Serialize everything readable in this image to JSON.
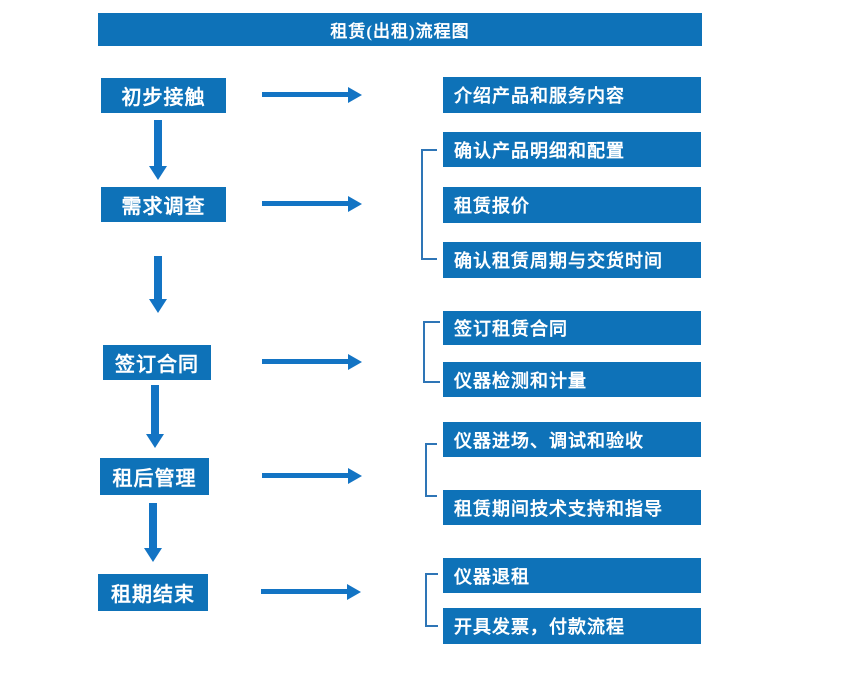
{
  "title": "租赁(出租)流程图",
  "colors": {
    "box_blue": "#0e72b8",
    "arrow_blue": "#1374c4",
    "bracket_blue": "#2e75b6",
    "text": "#ffffff",
    "background": "#ffffff"
  },
  "stages": [
    {
      "label": "初步接触",
      "details": [
        "介绍产品和服务内容"
      ]
    },
    {
      "label": "需求调查",
      "details": [
        "确认产品明细和配置",
        "租赁报价",
        "确认租赁周期与交货时间"
      ]
    },
    {
      "label": "签订合同",
      "details": [
        "签订租赁合同",
        "仪器检测和计量"
      ]
    },
    {
      "label": "租后管理",
      "details": [
        "仪器进场、调试和验收",
        "租赁期间技术支持和指导"
      ]
    },
    {
      "label": "租期结束",
      "details": [
        "仪器退租",
        "开具发票，付款流程"
      ]
    }
  ]
}
